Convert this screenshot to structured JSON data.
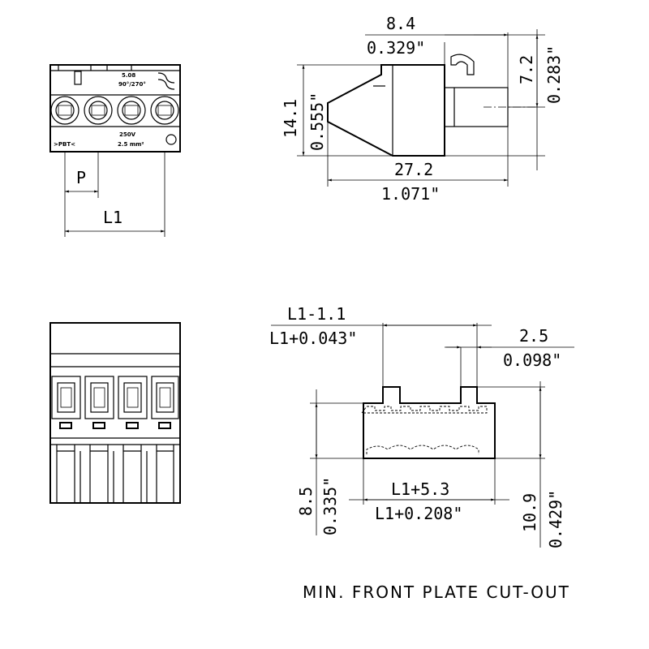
{
  "front_view": {
    "marking_pitch": "5.08",
    "marking_angle": "90°/270°",
    "marking_voltage": "250V",
    "marking_section": "2.5 mm²",
    "marking_pbt": ">PBT<",
    "dim_p": "P",
    "dim_l1": "L1"
  },
  "side_view": {
    "dim_width_mm": "8.4",
    "dim_width_in": "0.329\"",
    "dim_height_mm": "14.1",
    "dim_height_in": "0.555\"",
    "dim_offset_mm": "7.2",
    "dim_offset_in": "0.283\"",
    "dim_length_mm": "27.2",
    "dim_length_in": "1.071\""
  },
  "cutout": {
    "dim_top_mm": "L1-1.1",
    "dim_top_in": "L1+0.043\"",
    "dim_tab_mm": "2.5",
    "dim_tab_in": "0.098\"",
    "dim_left_mm": "8.5",
    "dim_left_in": "0.335\"",
    "dim_width_mm": "L1+5.3",
    "dim_width_in": "L1+0.208\"",
    "dim_right_mm": "10.9",
    "dim_right_in": "0.429\"",
    "caption": "MIN. FRONT PLATE CUT-OUT"
  }
}
